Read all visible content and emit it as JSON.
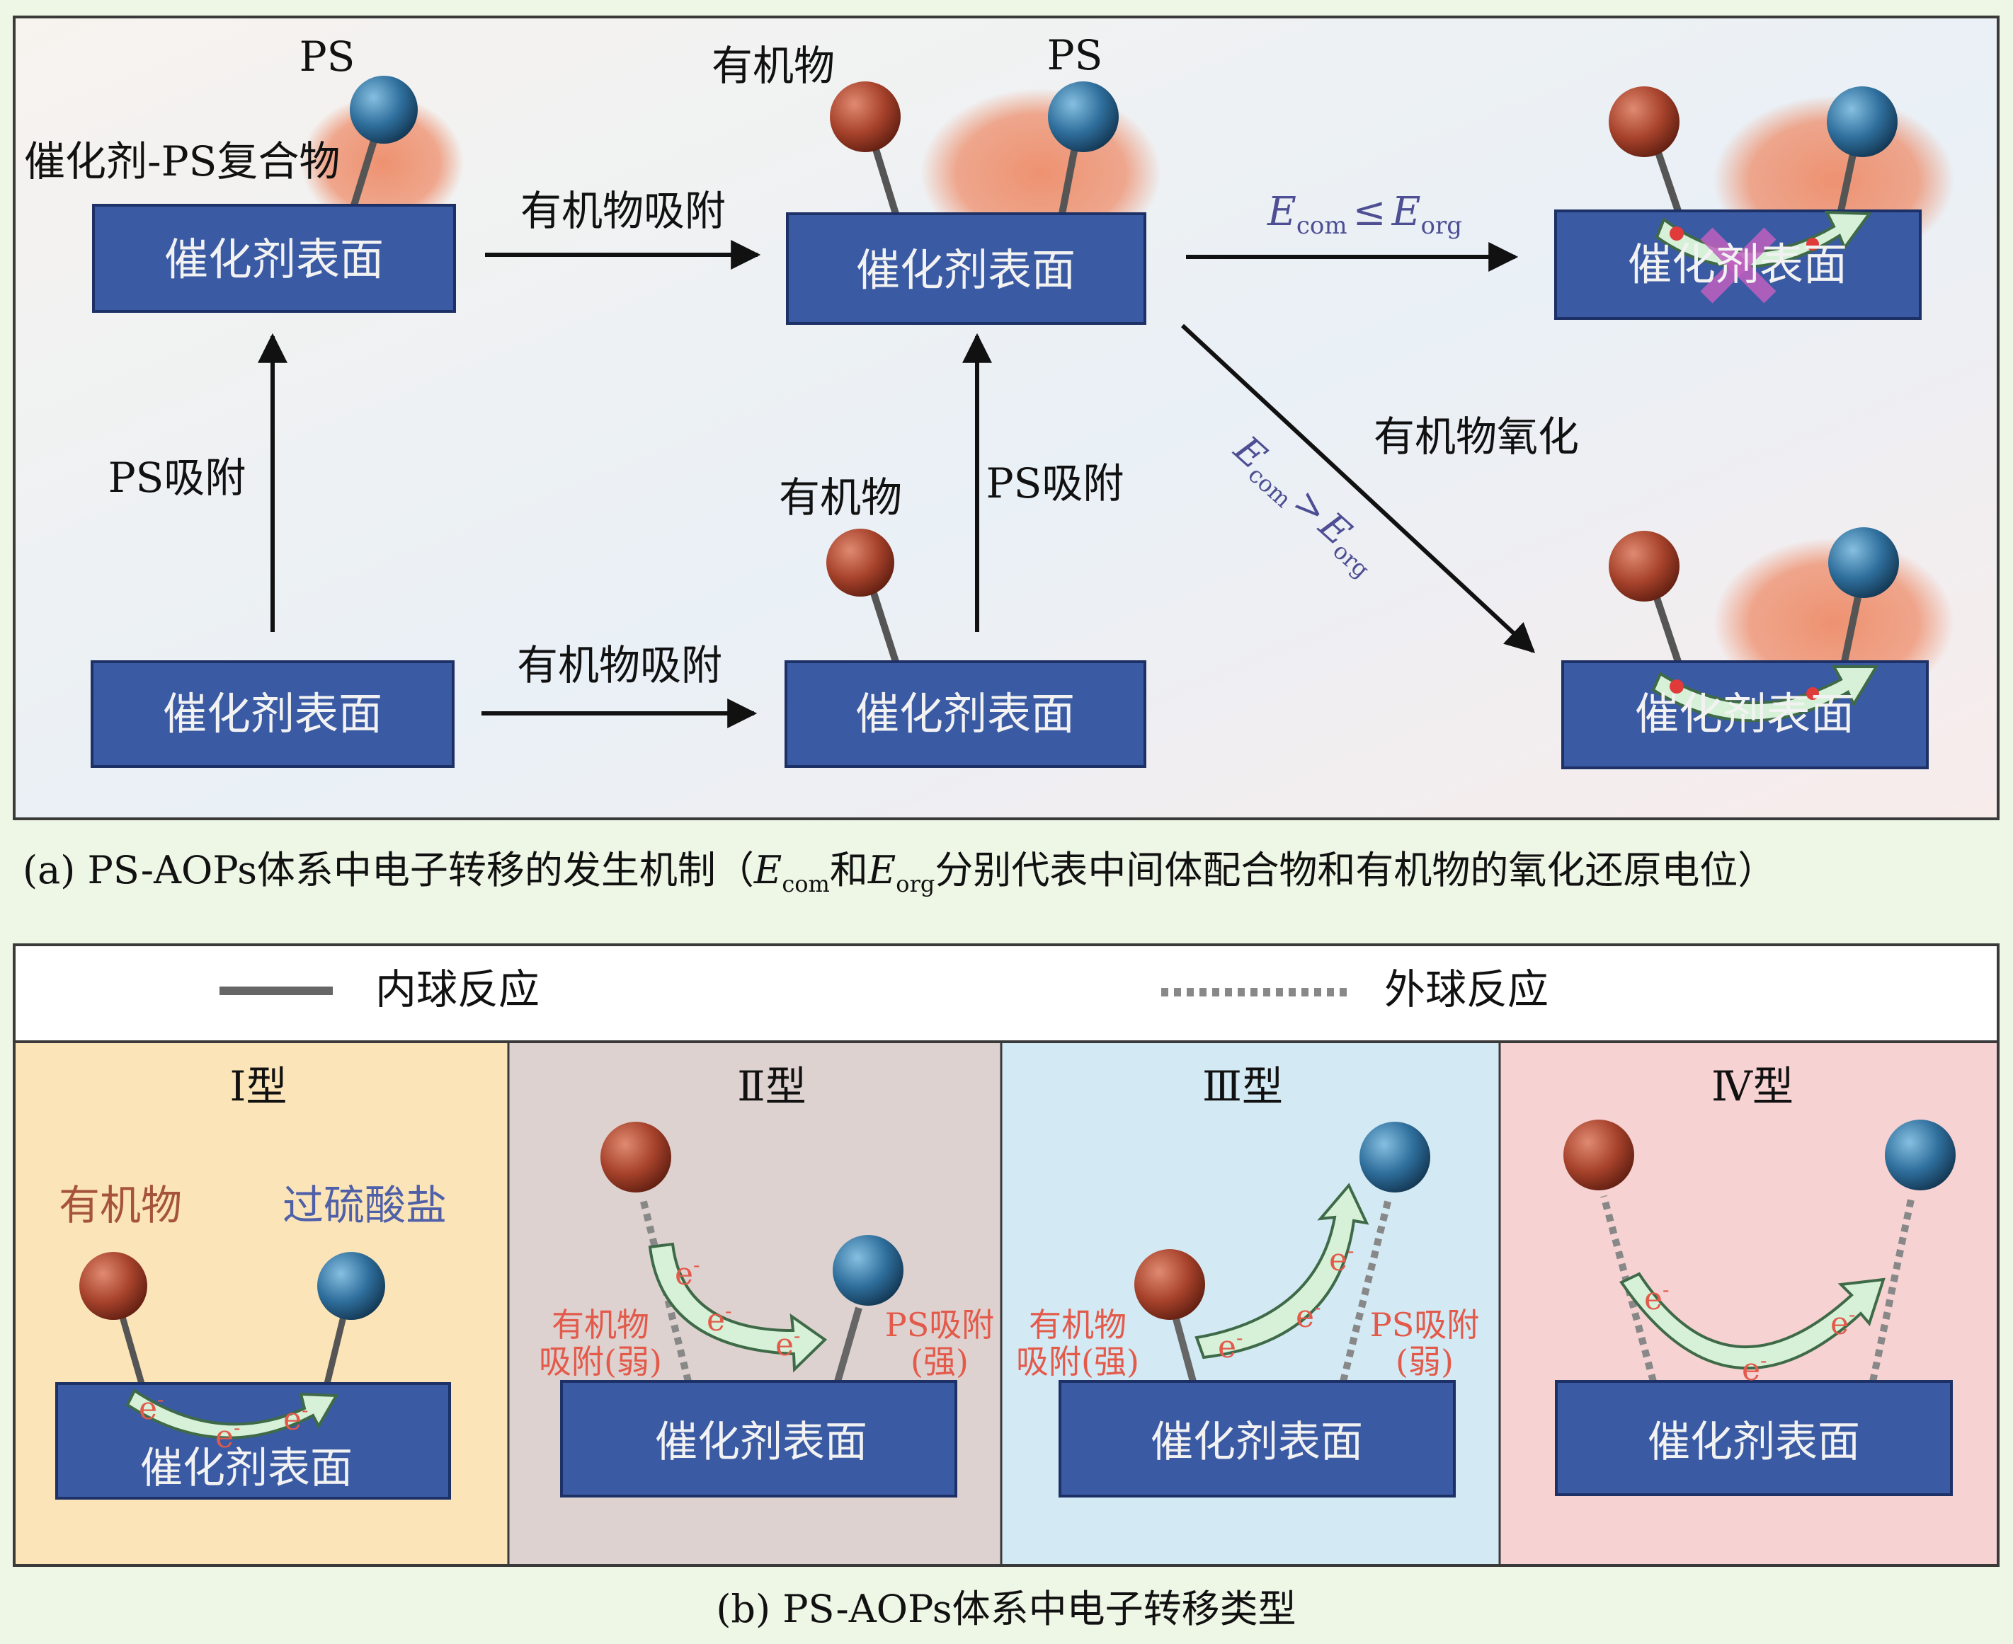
{
  "colors": {
    "page_bg": "#eef6e6",
    "frame": "#3a3a3a",
    "surface_fill": "#3a5aa3",
    "surface_text": "#f2f2f2",
    "organic_ball": "#a8432c",
    "ps_ball": "#2f6f9d",
    "halo": "#ee8d6a",
    "label_red": "#e35a4b",
    "label_brown": "#a5543a",
    "label_blue": "#4f5fa8",
    "formula_purple": "#4d4e93",
    "arrow_fill": "#d7f1d9",
    "arrow_stroke": "#3f6a48",
    "panel_I": "#fbe5b8",
    "panel_II": "#ddd2cf",
    "panel_III": "#d3e9f3",
    "panel_IV": "#f6d2d2",
    "cross": "#c060c0"
  },
  "panel_a": {
    "surface_label": "催化剂表面",
    "top_left": {
      "ps_label": "PS",
      "complex_label": "催化剂-PS复合物"
    },
    "top_middle": {
      "organic_label": "有机物",
      "ps_label": "PS"
    },
    "bottom_middle": {
      "organic_label": "有机物"
    },
    "arrow_labels": {
      "organic_adsorption_top": "有机物吸附",
      "organic_adsorption_bottom": "有机物吸附",
      "ps_adsorption_left": "PS吸附",
      "ps_adsorption_right": "PS吸附",
      "organic_oxidation": "有机物氧化"
    },
    "condition_le": {
      "E": "E",
      "com": "com",
      "op": "≤",
      "E2": "E",
      "org": "org"
    },
    "condition_gt": {
      "E": "E",
      "com": "com",
      "op": ">",
      "E2": "E",
      "org": "org"
    },
    "caption": {
      "prefix": "(a) PS-AOPs体系中电子转移的发生机制（",
      "E1": "E",
      "sub1": "com",
      "mid": "和",
      "E2": "E",
      "sub2": "org",
      "suffix": "分别代表中间体配合物和有机物的氧化还原电位）"
    }
  },
  "panel_b": {
    "legend": {
      "inner_sphere": "内球反应",
      "outer_sphere": "外球反应"
    },
    "surface_label": "催化剂表面",
    "electron": "e",
    "electron_sup": "-",
    "types": {
      "I": {
        "title": "Ⅰ型",
        "organic": "有机物",
        "persulfate": "过硫酸盐"
      },
      "II": {
        "title": "Ⅱ型",
        "organic_ads_1": "有机物",
        "organic_ads_2": "吸附(弱)",
        "ps_ads_1": "PS吸附",
        "ps_ads_2": "(强)"
      },
      "III": {
        "title": "Ⅲ型",
        "organic_ads_1": "有机物",
        "organic_ads_2": "吸附(强)",
        "ps_ads_1": "PS吸附",
        "ps_ads_2": "(弱)"
      },
      "IV": {
        "title": "Ⅳ型"
      }
    },
    "caption": "(b) PS-AOPs体系中电子转移类型"
  }
}
